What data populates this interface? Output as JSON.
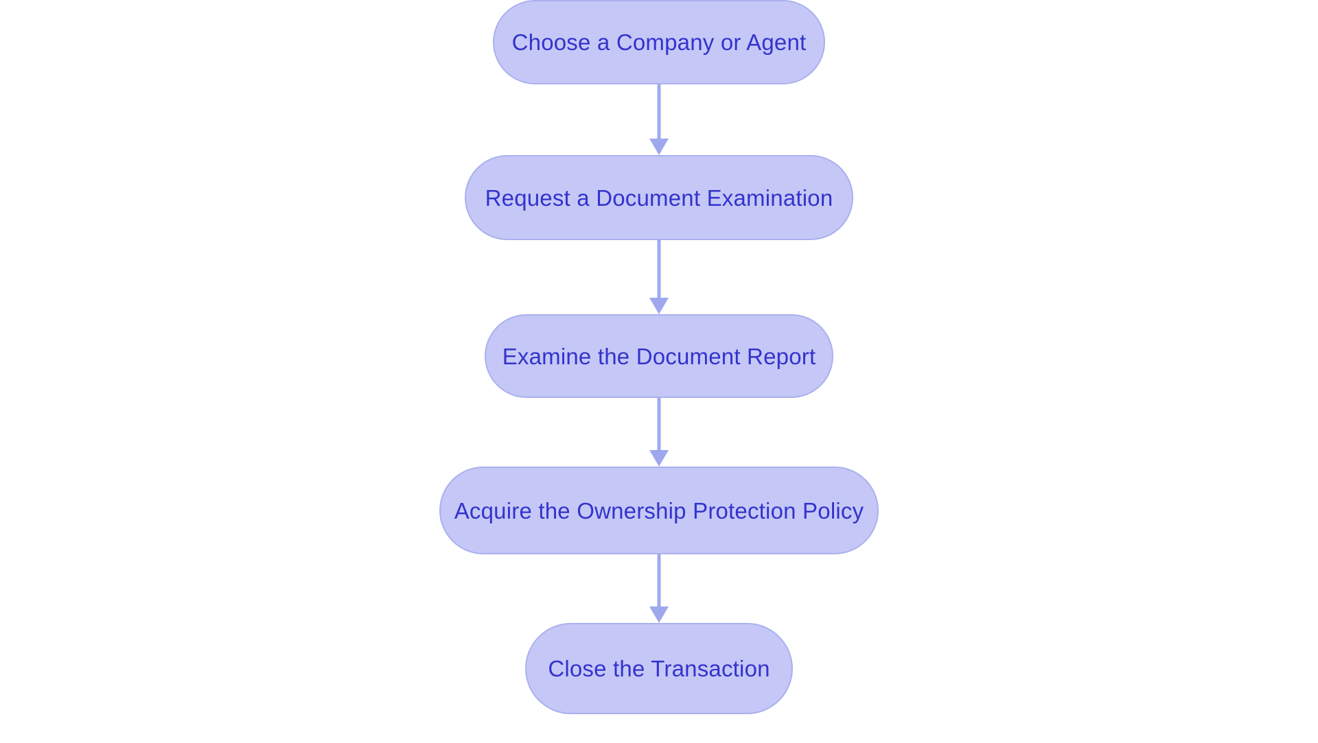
{
  "diagram": {
    "type": "flowchart",
    "orientation": "vertical-top-to-bottom",
    "background_color": "#ffffff",
    "node_fill_color": "#c5c8f7",
    "node_border_color": "#aab0ee",
    "node_text_color": "#3333cc",
    "connector_color": "#9fa8ee",
    "node_shape": "rounded-pill",
    "nodes": [
      {
        "id": "node-1",
        "label": "Choose a Company or Agent"
      },
      {
        "id": "node-2",
        "label": "Request a Document Examination"
      },
      {
        "id": "node-3",
        "label": "Examine the Document Report"
      },
      {
        "id": "node-4",
        "label": "Acquire the Ownership Protection Policy"
      },
      {
        "id": "node-5",
        "label": "Close the Transaction"
      }
    ],
    "connectors": [
      {
        "id": "connector-1",
        "from": "node-1",
        "to": "node-2",
        "arrow": "down-arrow-icon"
      },
      {
        "id": "connector-2",
        "from": "node-2",
        "to": "node-3",
        "arrow": "down-arrow-icon"
      },
      {
        "id": "connector-3",
        "from": "node-3",
        "to": "node-4",
        "arrow": "down-arrow-icon"
      },
      {
        "id": "connector-4",
        "from": "node-4",
        "to": "node-5",
        "arrow": "down-arrow-icon"
      }
    ]
  }
}
